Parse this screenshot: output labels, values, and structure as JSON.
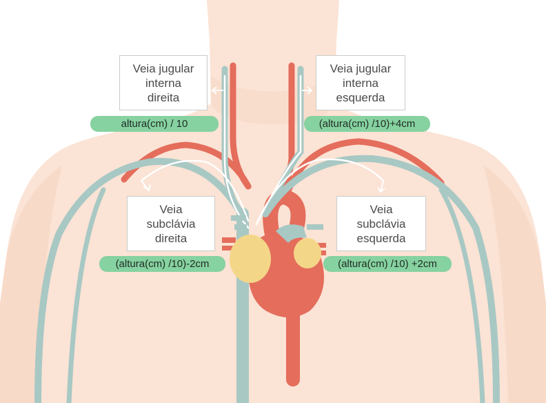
{
  "colors": {
    "skin": "#fbe3d5",
    "skin_dark": "#f7d4c0",
    "artery": "#e46d5c",
    "vein": "#a8c8c4",
    "vein_light": "#dbe9e6",
    "atrium": "#f4d688",
    "formula_bg": "#86d2a0"
  },
  "labels": {
    "rij": {
      "lines": [
        "Veia jugular",
        "interna",
        "direita"
      ],
      "formula": "altura(cm) / 10"
    },
    "lij": {
      "lines": [
        "Veia jugular",
        "interna",
        "esquerda"
      ],
      "formula": "(altura(cm) /10)+4cm"
    },
    "rsc": {
      "lines": [
        "Veia",
        "subclávia",
        "direita"
      ],
      "formula": "(altura(cm) /10)-2cm"
    },
    "lsc": {
      "lines": [
        "Veia",
        "subclávia",
        "esquerda"
      ],
      "formula": "(altura(cm) /10) +2cm"
    }
  }
}
